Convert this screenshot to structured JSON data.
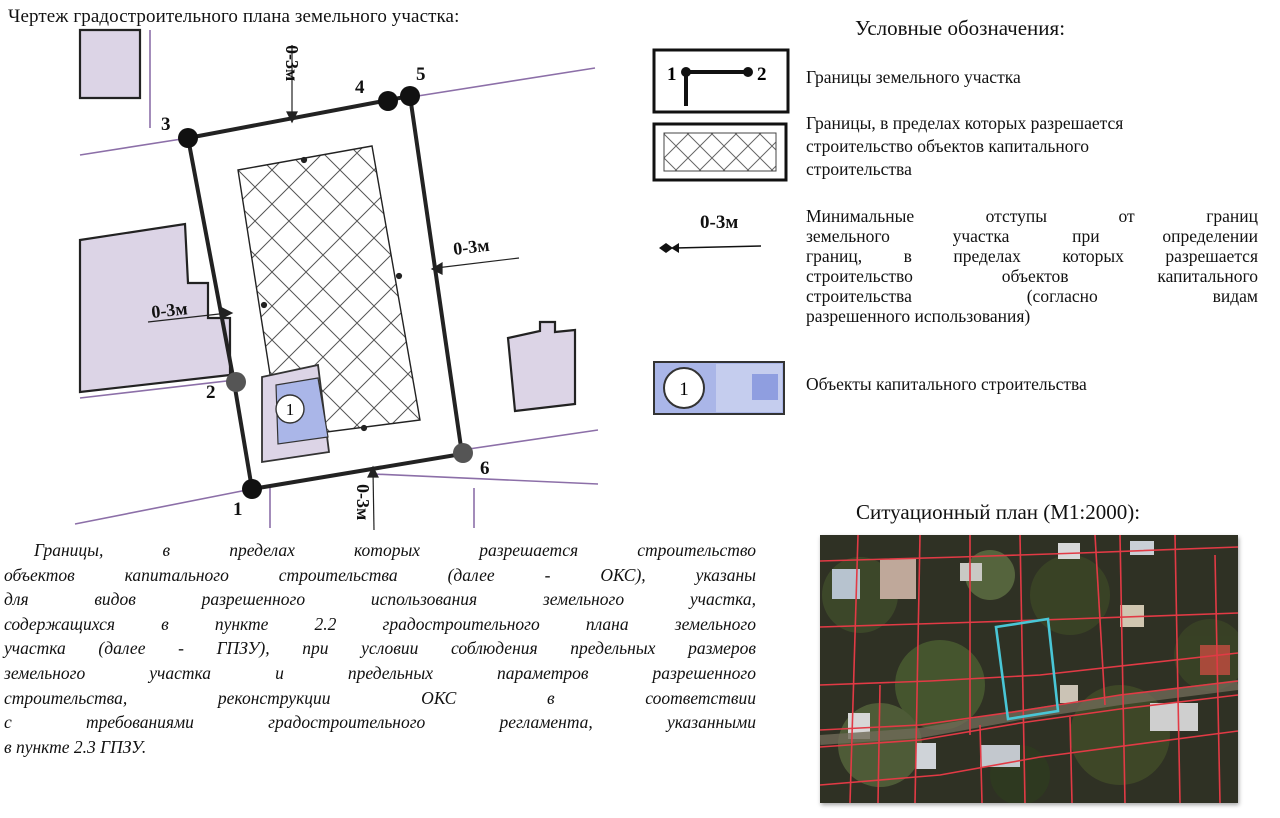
{
  "drawing": {
    "title": "Чертеж градостроительного плана земельного участка:",
    "points": [
      "1",
      "2",
      "3",
      "4",
      "5",
      "6"
    ],
    "offset_labels": [
      "0-3м",
      "0-3м",
      "0-3м",
      "0-3м"
    ],
    "object_number": "1"
  },
  "legend": {
    "title": "Условные обозначения:",
    "items": [
      {
        "symbol": "boundary",
        "sym_labels": [
          "1",
          "2"
        ],
        "text": "Границы земельного участка"
      },
      {
        "symbol": "hatch",
        "lines": [
          "Границы, в пределах которых разрешается",
          "строительство  объектов капитального",
          "строительства"
        ]
      },
      {
        "symbol": "offset",
        "sym_label": "0-3м",
        "lines": [
          "Минимальные отступы от границ",
          "земельного участка при определении",
          "границ, в пределах которых разрешается",
          "строительство объектов капитального",
          "строительства (согласно видам",
          "разрешенного использования)"
        ]
      },
      {
        "symbol": "object",
        "sym_label": "1",
        "text": "Объекты капитального строительства"
      }
    ]
  },
  "situation_plan": {
    "title": "Ситуационный план (М1:2000):"
  },
  "body_text": [
    "Границы, в пределах которых разрешается строительство",
    "объектов капитального строительства (далее - ОКС), указаны",
    "для видов разрешенного использования земельного участка,",
    "содержащихся в пункте 2.2 градостроительного плана земельного",
    "участка (далее - ГПЗУ), при условии соблюдения предельных размеров",
    "земельного участка и предельных параметров разрешенного",
    "строительства, реконструкции ОКС в соответствии",
    "с требованиями градостроительного регламента, указанными",
    "в пункте 2.3 ГПЗУ."
  ],
  "colors": {
    "building_fill": "#dcd4e6",
    "object_fill": "#aab6e8",
    "aerial_boundary": "#e23a45",
    "aerial_site": "#49c6d6"
  }
}
